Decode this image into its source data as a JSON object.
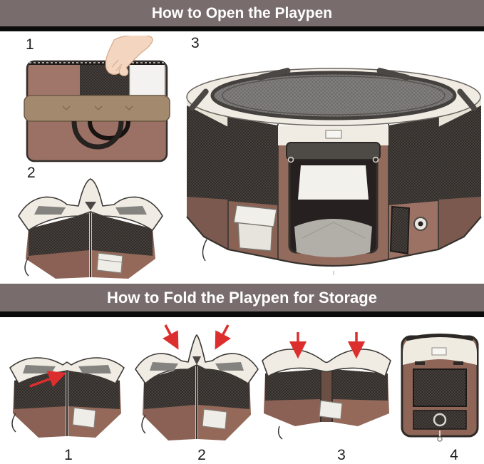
{
  "sections": {
    "open": {
      "title": "How to Open the Playpen",
      "steps": [
        {
          "number": "1",
          "caption": "carry bag being unzipped"
        },
        {
          "number": "2",
          "caption": "playpen partially unfolded"
        },
        {
          "number": "3",
          "caption": "playpen fully opened"
        }
      ]
    },
    "fold": {
      "title": "How to Fold the Playpen for Storage",
      "steps": [
        {
          "number": "1",
          "caption": "push rim inward along arrow"
        },
        {
          "number": "2",
          "caption": "press both raised sides down"
        },
        {
          "number": "3",
          "caption": "flatten the two halves"
        },
        {
          "number": "4",
          "caption": "folded flat for storage"
        }
      ]
    }
  },
  "colors": {
    "band_background": "#786c6c",
    "band_text": "#ffffff",
    "divider": "#0b0b0b",
    "page_background": "#ffffff",
    "fabric_brown": "#8e6557",
    "fabric_brown_light": "#9c7264",
    "fabric_cream": "#f0ece3",
    "flap_tan": "#a38a6e",
    "mesh_dark": "#2e2a27",
    "mesh_top_gray": "#6f6d6b",
    "floor_gray": "#b2aea8",
    "arrow_red": "#dd2e2e",
    "hand_skin": "#f4d5bf"
  }
}
